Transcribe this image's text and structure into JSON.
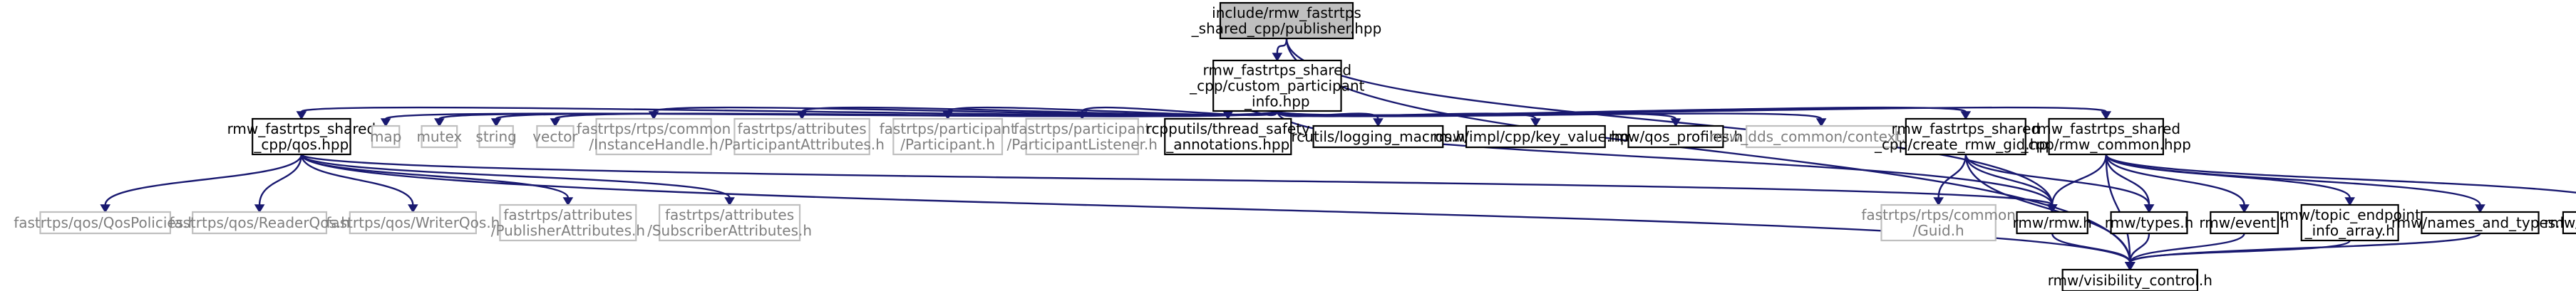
{
  "graph": {
    "colors": {
      "edge": "#191970",
      "root_fill": "#bfbfbf",
      "linked_border": "#000000",
      "external_border": "#bfbfbf",
      "external_text": "#7f7f7f"
    },
    "nodes": [
      {
        "id": "root",
        "lines": [
          "include/rmw_fastrtps",
          "_shared_cpp/publisher.hpp"
        ],
        "kind": "root",
        "interactable": false
      },
      {
        "id": "custom_participant_info",
        "lines": [
          "rmw_fastrtps_shared",
          "_cpp/custom_participant",
          "_info.hpp"
        ],
        "kind": "linked",
        "interactable": true
      },
      {
        "id": "qos",
        "lines": [
          "rmw_fastrtps_shared",
          "_cpp/qos.hpp"
        ],
        "kind": "linked",
        "interactable": true
      },
      {
        "id": "map",
        "lines": [
          "map"
        ],
        "kind": "external",
        "interactable": false
      },
      {
        "id": "mutex",
        "lines": [
          "mutex"
        ],
        "kind": "external",
        "interactable": false
      },
      {
        "id": "string",
        "lines": [
          "string"
        ],
        "kind": "external",
        "interactable": false
      },
      {
        "id": "vector",
        "lines": [
          "vector"
        ],
        "kind": "external",
        "interactable": false
      },
      {
        "id": "instance_handle",
        "lines": [
          "fastrtps/rtps/common",
          "/InstanceHandle.h"
        ],
        "kind": "external",
        "interactable": false
      },
      {
        "id": "participant_attributes",
        "lines": [
          "fastrtps/attributes",
          "/ParticipantAttributes.h"
        ],
        "kind": "external",
        "interactable": false
      },
      {
        "id": "participant",
        "lines": [
          "fastrtps/participant",
          "/Participant.h"
        ],
        "kind": "external",
        "interactable": false
      },
      {
        "id": "participant_listener",
        "lines": [
          "fastrtps/participant",
          "/ParticipantListener.h"
        ],
        "kind": "external",
        "interactable": false
      },
      {
        "id": "thread_safety",
        "lines": [
          "rcpputils/thread_safety",
          "_annotations.hpp"
        ],
        "kind": "linked",
        "interactable": true
      },
      {
        "id": "logging_macros",
        "lines": [
          "rcutils/logging_macros.h"
        ],
        "kind": "linked",
        "interactable": true
      },
      {
        "id": "key_value",
        "lines": [
          "rmw/impl/cpp/key_value.hpp"
        ],
        "kind": "linked",
        "interactable": true
      },
      {
        "id": "qos_profiles",
        "lines": [
          "rmw/qos_profiles.h"
        ],
        "kind": "linked",
        "interactable": true
      },
      {
        "id": "dds_context",
        "lines": [
          "rmw_dds_common/context.hpp"
        ],
        "kind": "external",
        "interactable": false
      },
      {
        "id": "create_rmw_gid",
        "lines": [
          "rmw_fastrtps_shared",
          "_cpp/create_rmw_gid.hpp"
        ],
        "kind": "linked",
        "interactable": true
      },
      {
        "id": "rmw_common",
        "lines": [
          "rmw_fastrtps_shared",
          "_cpp/rmw_common.hpp"
        ],
        "kind": "linked",
        "interactable": true
      },
      {
        "id": "qos_policies",
        "lines": [
          "fastrtps/qos/QosPolicies.h"
        ],
        "kind": "external",
        "interactable": false
      },
      {
        "id": "reader_qos",
        "lines": [
          "fastrtps/qos/ReaderQos.h"
        ],
        "kind": "external",
        "interactable": false
      },
      {
        "id": "writer_qos",
        "lines": [
          "fastrtps/qos/WriterQos.h"
        ],
        "kind": "external",
        "interactable": false
      },
      {
        "id": "publisher_attributes",
        "lines": [
          "fastrtps/attributes",
          "/PublisherAttributes.h"
        ],
        "kind": "external",
        "interactable": false
      },
      {
        "id": "subscriber_attributes",
        "lines": [
          "fastrtps/attributes",
          "/SubscriberAttributes.h"
        ],
        "kind": "external",
        "interactable": false
      },
      {
        "id": "guid",
        "lines": [
          "fastrtps/rtps/common",
          "/Guid.h"
        ],
        "kind": "external",
        "interactable": false
      },
      {
        "id": "rmw_h",
        "lines": [
          "rmw/rmw.h"
        ],
        "kind": "linked",
        "interactable": true
      },
      {
        "id": "types_h",
        "lines": [
          "rmw/types.h"
        ],
        "kind": "linked",
        "interactable": true
      },
      {
        "id": "event_h",
        "lines": [
          "rmw/event.h"
        ],
        "kind": "linked",
        "interactable": true
      },
      {
        "id": "topic_endpoint_info_array",
        "lines": [
          "rmw/topic_endpoint",
          "_info_array.h"
        ],
        "kind": "linked",
        "interactable": true
      },
      {
        "id": "names_and_types",
        "lines": [
          "rmw/names_and_types.h"
        ],
        "kind": "linked",
        "interactable": true
      },
      {
        "id": "error_handling",
        "lines": [
          "rmw/error_handling.h"
        ],
        "kind": "linked",
        "interactable": true
      },
      {
        "id": "visibility_control",
        "lines": [
          "rmw/visibility_control.h"
        ],
        "kind": "linked",
        "interactable": true
      }
    ],
    "edges": [
      [
        "root",
        "custom_participant_info"
      ],
      [
        "root",
        "visibility_control"
      ],
      [
        "root",
        "rmw_h"
      ],
      [
        "custom_participant_info",
        "qos"
      ],
      [
        "custom_participant_info",
        "map"
      ],
      [
        "custom_participant_info",
        "mutex"
      ],
      [
        "custom_participant_info",
        "string"
      ],
      [
        "custom_participant_info",
        "vector"
      ],
      [
        "custom_participant_info",
        "instance_handle"
      ],
      [
        "custom_participant_info",
        "participant_attributes"
      ],
      [
        "custom_participant_info",
        "participant"
      ],
      [
        "custom_participant_info",
        "participant_listener"
      ],
      [
        "custom_participant_info",
        "thread_safety"
      ],
      [
        "custom_participant_info",
        "logging_macros"
      ],
      [
        "custom_participant_info",
        "key_value"
      ],
      [
        "custom_participant_info",
        "qos_profiles"
      ],
      [
        "custom_participant_info",
        "dds_context"
      ],
      [
        "custom_participant_info",
        "create_rmw_gid"
      ],
      [
        "custom_participant_info",
        "rmw_common"
      ],
      [
        "custom_participant_info",
        "rmw_h"
      ],
      [
        "qos",
        "qos_policies"
      ],
      [
        "qos",
        "reader_qos"
      ],
      [
        "qos",
        "writer_qos"
      ],
      [
        "qos",
        "publisher_attributes"
      ],
      [
        "qos",
        "subscriber_attributes"
      ],
      [
        "qos",
        "rmw_h"
      ],
      [
        "qos",
        "visibility_control"
      ],
      [
        "create_rmw_gid",
        "guid"
      ],
      [
        "create_rmw_gid",
        "rmw_h"
      ],
      [
        "create_rmw_gid",
        "types_h"
      ],
      [
        "create_rmw_gid",
        "visibility_control"
      ],
      [
        "rmw_common",
        "rmw_h"
      ],
      [
        "rmw_common",
        "types_h"
      ],
      [
        "rmw_common",
        "event_h"
      ],
      [
        "rmw_common",
        "topic_endpoint_info_array"
      ],
      [
        "rmw_common",
        "names_and_types"
      ],
      [
        "rmw_common",
        "error_handling"
      ],
      [
        "rmw_common",
        "visibility_control"
      ],
      [
        "rmw_h",
        "visibility_control"
      ],
      [
        "types_h",
        "visibility_control"
      ],
      [
        "event_h",
        "visibility_control"
      ],
      [
        "topic_endpoint_info_array",
        "visibility_control"
      ],
      [
        "names_and_types",
        "visibility_control"
      ]
    ]
  }
}
